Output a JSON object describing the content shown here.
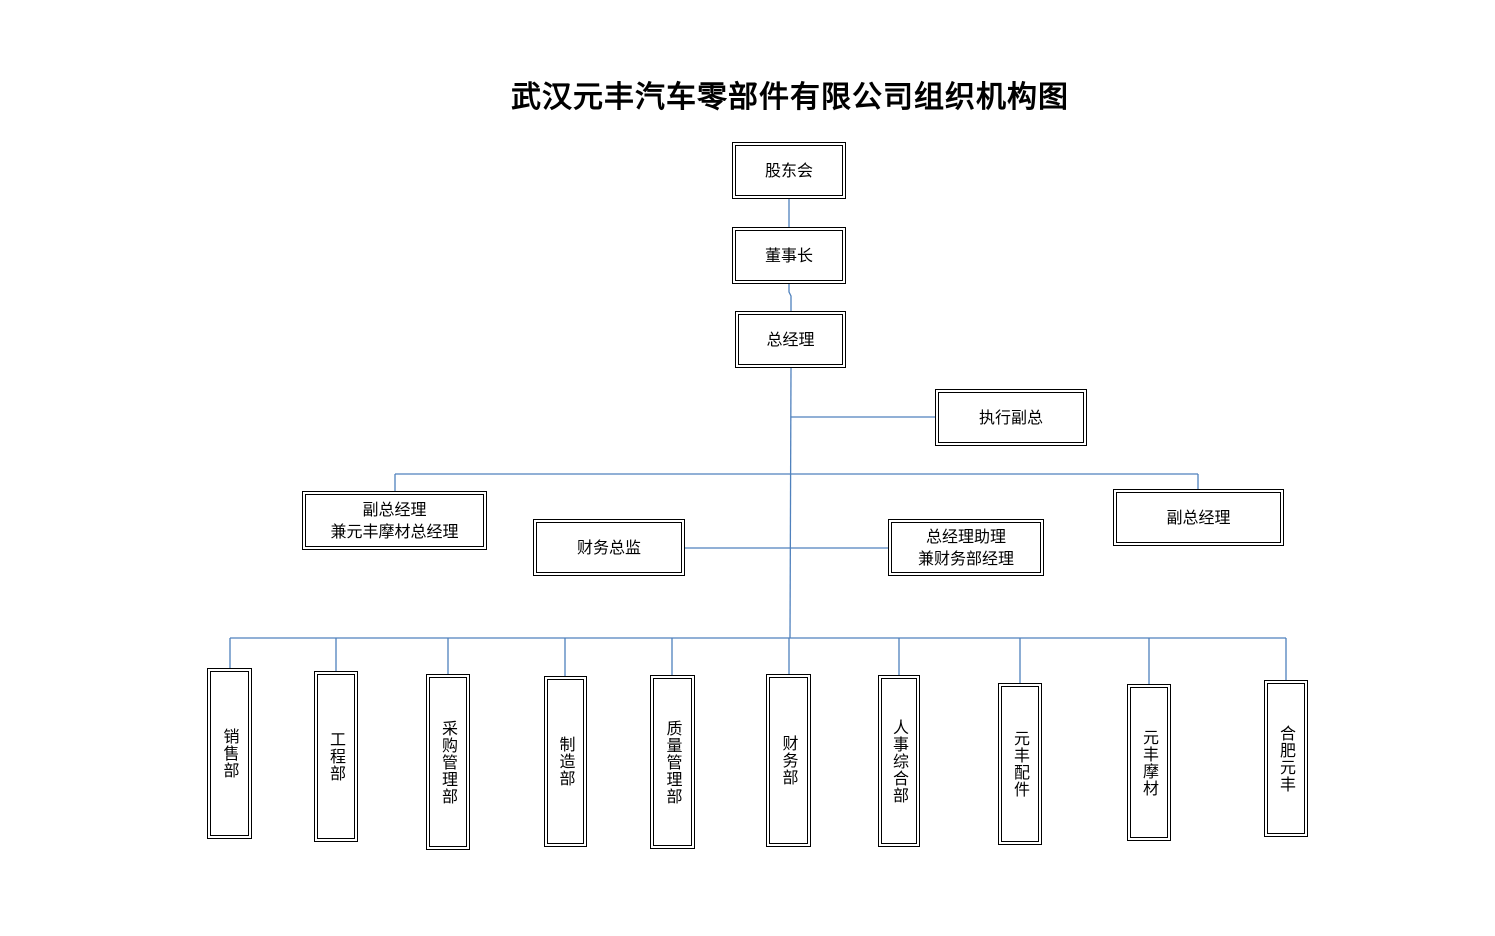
{
  "title": "武汉元丰汽车零部件有限公司组织机构图",
  "colors": {
    "connector": "#4f81bd",
    "border": "#000000"
  },
  "nodes": {
    "shareholders": "股东会",
    "chairman": "董事长",
    "general_manager": "总经理",
    "executive_vp": "执行副总",
    "vp_left_line1": "副总经理",
    "vp_left_line2": "兼元丰摩材总经理",
    "cfo": "财务总监",
    "assistant_gm_line1": "总经理助理",
    "assistant_gm_line2": "兼财务部经理",
    "vp_right": "副总经理"
  },
  "departments": [
    "销售部",
    "工程部",
    "采购管理部",
    "制造部",
    "质量管理部",
    "财务部",
    "人事综合部",
    "元丰配件",
    "元丰摩材",
    "合肥元丰"
  ]
}
